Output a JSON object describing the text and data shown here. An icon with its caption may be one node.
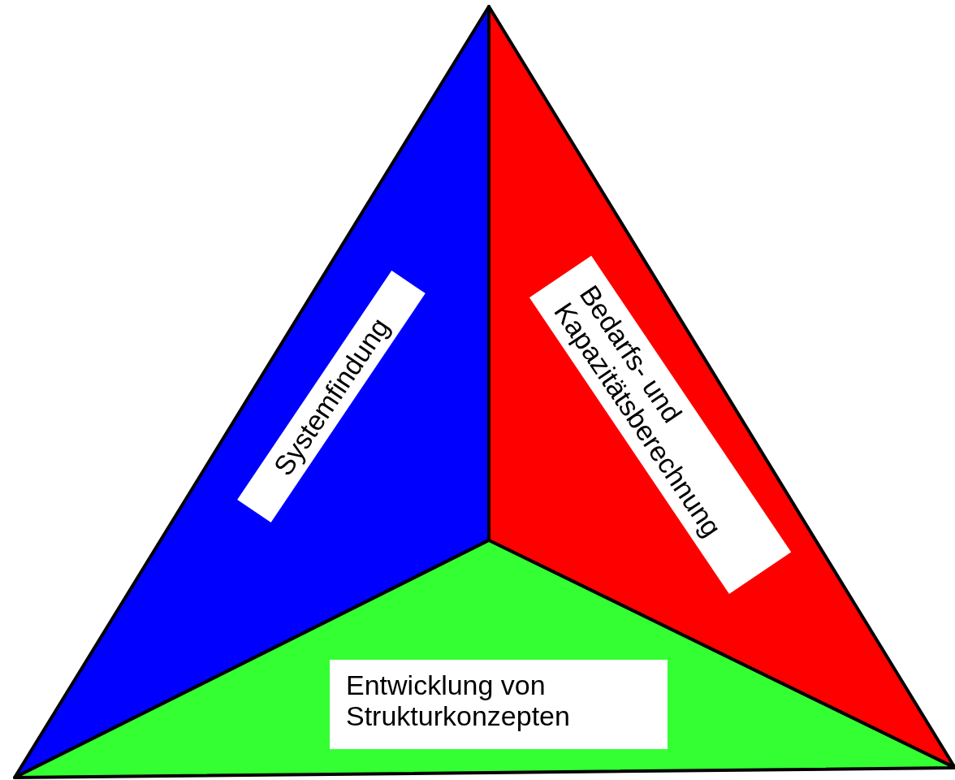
{
  "diagram": {
    "nodes": [
      {
        "text": [
          "Systemfindung"
        ]
      },
      {
        "text": [
          "Bedarfs- und Kapazitätsberechnung"
        ]
      },
      {
        "text": [
          "Entwicklung von Strukturkonzepten"
        ]
      }
    ]
  }
}
